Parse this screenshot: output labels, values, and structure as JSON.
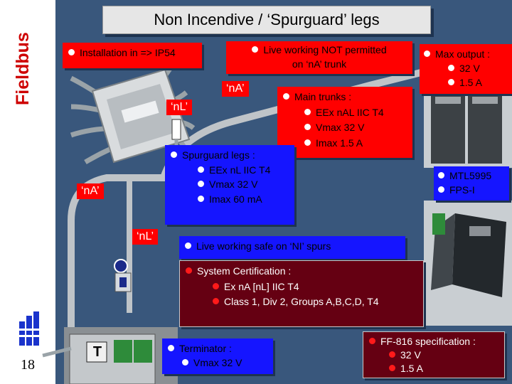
{
  "sidebar": {
    "title": "Fieldbus",
    "page_number": "18"
  },
  "title": "Non Incendive / ‘Spurguard’ legs",
  "callouts": {
    "installation": "Installation in => IP54",
    "live_not_permitted": [
      "Live working NOT permitted",
      "on ‘nA’ trunk"
    ],
    "max_output": [
      "Max output :",
      "32 V",
      "1.5 A"
    ],
    "main_trunks": [
      "Main trunks :",
      "EEx nAL IIC T4",
      "Vmax 32 V",
      "Imax 1.5 A"
    ],
    "spurguard": [
      "Spurguard legs :",
      "EEx nL IIC T4",
      "Vmax 32 V",
      "Imax 60 mA"
    ],
    "mtl": [
      "MTL5995",
      "FPS-I"
    ],
    "live_safe": "Live working safe on ‘NI’ spurs",
    "system_cert": [
      "System Certification :",
      "Ex nA [nL] IIC T4",
      "Class 1, Div 2, Groups A,B,C,D, T4"
    ],
    "terminator": [
      "Terminator :",
      "Vmax 32 V"
    ],
    "ff816": [
      "FF-816 specification :",
      "32 V",
      "1.5 A"
    ]
  },
  "tags": {
    "nA_top": "‘nA’",
    "nL_top": "‘nL’",
    "nA_left": "‘nA’",
    "nL_bottom": "‘nL’"
  },
  "terminator_device_label": "T",
  "colors": {
    "red": "#ff0000",
    "blue": "#1515ff",
    "maroon": "#650012",
    "slide_bg": "#39577c",
    "title_red": "#ce0000"
  }
}
